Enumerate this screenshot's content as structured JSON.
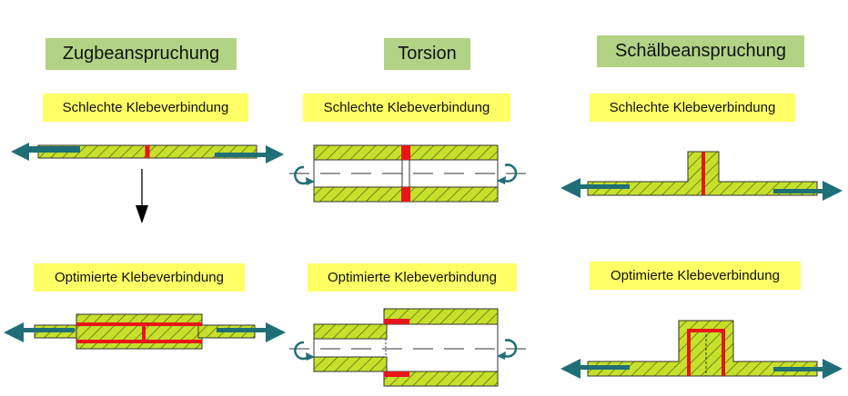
{
  "columns": [
    {
      "heading": "Zugbeanspruchung",
      "bad_label": "Schlechte Klebeverbindung",
      "good_label": "Optimierte Klebeverbindung"
    },
    {
      "heading": "Torsion",
      "bad_label": "Schlechte Klebeverbindung",
      "good_label": "Optimierte Klebeverbindung"
    },
    {
      "heading": "Schälbeanspruchung",
      "bad_label": "Schlechte Klebeverbindung",
      "good_label": "Optimierte Klebeverbindung"
    }
  ],
  "colors": {
    "header_bg": "#b2d386",
    "label_bg": "#ffff66",
    "part_fill": "#c6e02b",
    "adhesive": "#e8141a",
    "force_arrow": "#1f6f77"
  },
  "icons": [
    "force-arrow-icon",
    "rotation-arrow-icon",
    "down-arrow-icon"
  ]
}
